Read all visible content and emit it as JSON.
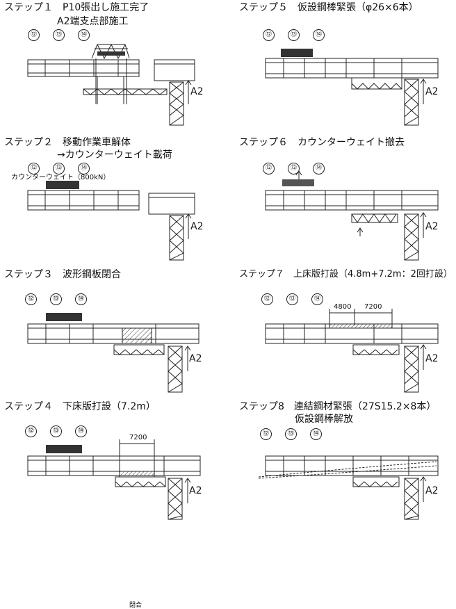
{
  "steps": [
    {
      "id": 1,
      "title": "ステップ１　P10張出し施工完了",
      "subtitle": "A2端支点部施工",
      "segments": [
        "⑫",
        "⑬",
        "⑭"
      ],
      "pier_label": "A2"
    },
    {
      "id": 2,
      "title": "ステップ２　移動作業車解体",
      "subtitle": "→カウンターウェイト載荷",
      "segments": [
        "⑫",
        "⑬",
        "⑭"
      ],
      "counterweight_label": "カウンターウェイト（800kN）",
      "pier_label": "A2"
    },
    {
      "id": 3,
      "title": "ステップ３　波形鋼板閉合",
      "segments": [
        "⑫",
        "⑬",
        "⑭"
      ],
      "closure_label": "閉合",
      "pier_label": "A2"
    },
    {
      "id": 4,
      "title": "ステップ４　下床版打設（7.2m）",
      "segments": [
        "⑫",
        "⑬",
        "⑭"
      ],
      "dimension": "7200",
      "pier_label": "A2"
    },
    {
      "id": 5,
      "title": "ステップ５　仮設鋼棒緊張（φ26×6本）",
      "segments": [
        "⑫",
        "⑬",
        "⑭"
      ],
      "pier_label": "A2"
    },
    {
      "id": 6,
      "title": "ステップ６　カウンターウェイト撤去",
      "segments": [
        "⑫",
        "⑬",
        "⑭"
      ],
      "pier_label": "A2"
    },
    {
      "id": 7,
      "title": "ステップ７　上床版打設（4.8m+7.2m：2回打設）",
      "segments": [
        "⑫",
        "⑬",
        "⑭"
      ],
      "dimensions": [
        "4800",
        "7200"
      ],
      "pier_label": "A2"
    },
    {
      "id": 8,
      "title": "ステップ8　連結鋼材緊張（27S15.2×8本）",
      "subtitle": "仮設鋼棒解放",
      "segments": [
        "⑫",
        "⑬",
        "⑭"
      ],
      "pier_label": "A2"
    }
  ]
}
